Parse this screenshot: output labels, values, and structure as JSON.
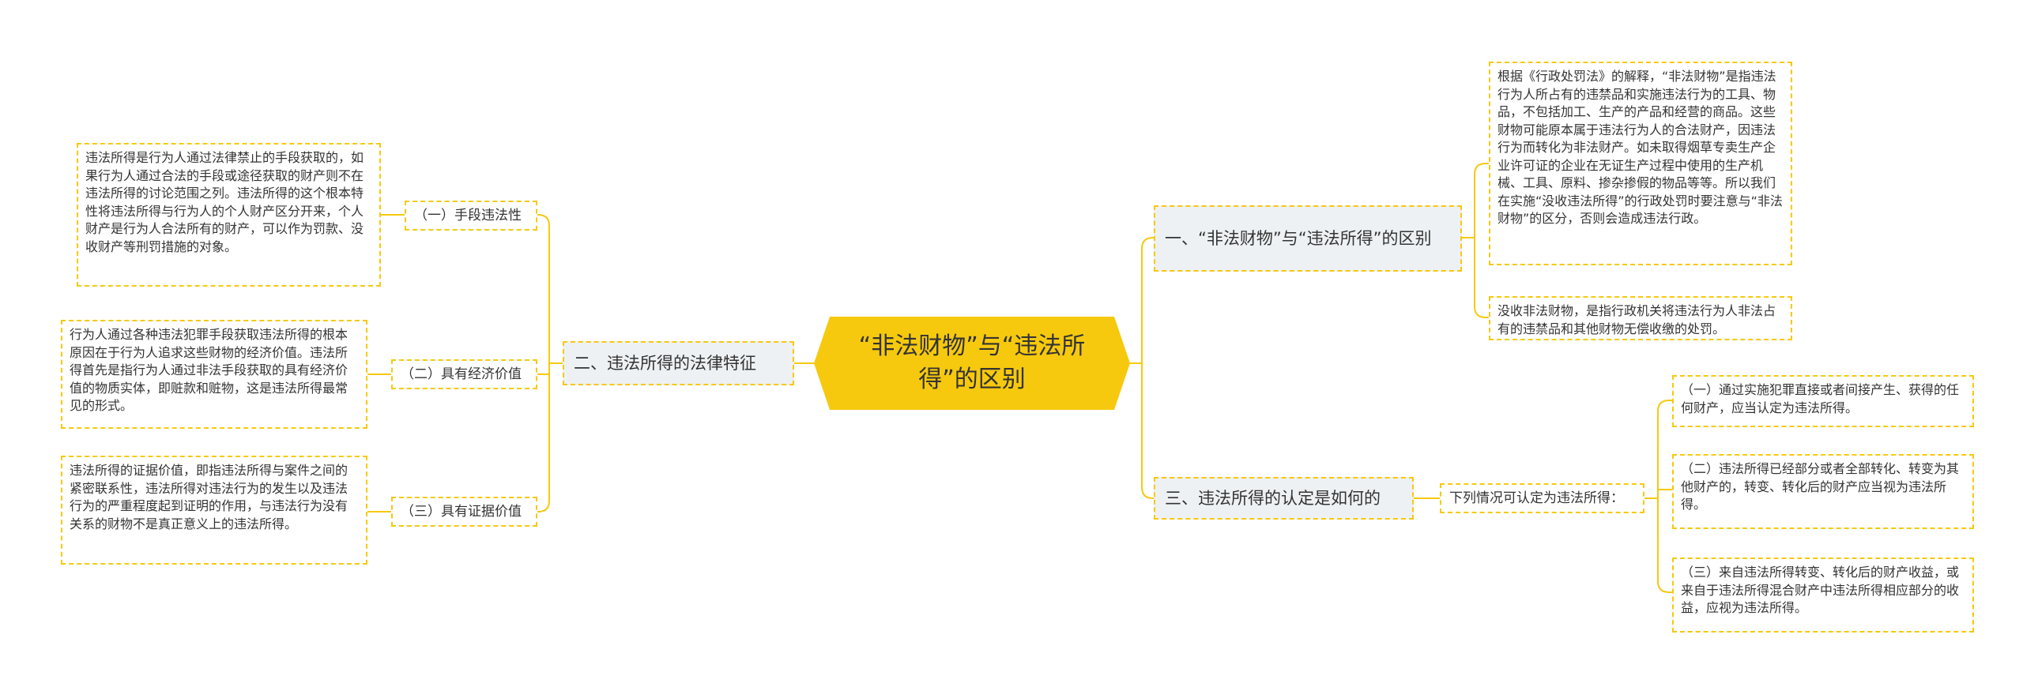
{
  "center": {
    "title": "“非法财物”与“违法所得”的区别"
  },
  "left": {
    "branch": {
      "label": "二、违法所得的法律特征"
    },
    "items": [
      {
        "label": "（一）手段违法性",
        "text": "违法所得是行为人通过法律禁止的手段获取的，如果行为人通过合法的手段或途径获取的财产则不在违法所得的讨论范围之列。违法所得的这个根本特性将违法所得与行为人的个人财产区分开来，个人财产是行为人合法所有的财产，可以作为罚款、没收财产等刑罚措施的对象。"
      },
      {
        "label": "（二）具有经济价值",
        "text": "行为人通过各种违法犯罪手段获取违法所得的根本原因在于行为人追求这些财物的经济价值。违法所得首先是指行为人通过非法手段获取的具有经济价值的物质实体，即赃款和赃物，这是违法所得最常见的形式。"
      },
      {
        "label": "（三）具有证据价值",
        "text": "违法所得的证据价值，即指违法所得与案件之间的紧密联系性，违法所得对违法行为的发生以及违法行为的严重程度起到证明的作用，与违法行为没有关系的财物不是真正意义上的违法所得。"
      }
    ]
  },
  "right": {
    "branch1": {
      "label": "一、“非法财物”与“违法所得”的区别",
      "leaves": [
        {
          "text": "根据《行政处罚法》的解释，“非法财物”是指违法行为人所占有的违禁品和实施违法行为的工具、物品，不包括加工、生产的产品和经营的商品。这些财物可能原本属于违法行为人的合法财产，因违法行为而转化为非法财产。如未取得烟草专卖生产企业许可证的企业在无证生产过程中使用的生产机械、工具、原料、掺杂掺假的物品等等。所以我们在实施“没收违法所得”的行政处罚时要注意与“非法财物”的区分，否则会造成违法行政。"
        },
        {
          "text": "没收非法财物，是指行政机关将违法行为人非法占有的违禁品和其他财物无偿收缴的处罚。"
        }
      ]
    },
    "branch3": {
      "label": "三、违法所得的认定是如何的",
      "sub": {
        "label": "下列情况可认定为违法所得："
      },
      "leaves": [
        {
          "text": "（一）通过实施犯罪直接或者间接产生、获得的任何财产，应当认定为违法所得。"
        },
        {
          "text": "（二）违法所得已经部分或者全部转化、转变为其他财产的，转变、转化后的财产应当视为违法所得。"
        },
        {
          "text": "（三）来自违法所得转变、转化后的财产收益，或来自于违法所得混合财产中违法所得相应部分的收益，应视为违法所得。"
        }
      ]
    }
  },
  "colors": {
    "accent": "#f6c90e",
    "branch_bg": "#eef1f4",
    "text": "#333333"
  }
}
